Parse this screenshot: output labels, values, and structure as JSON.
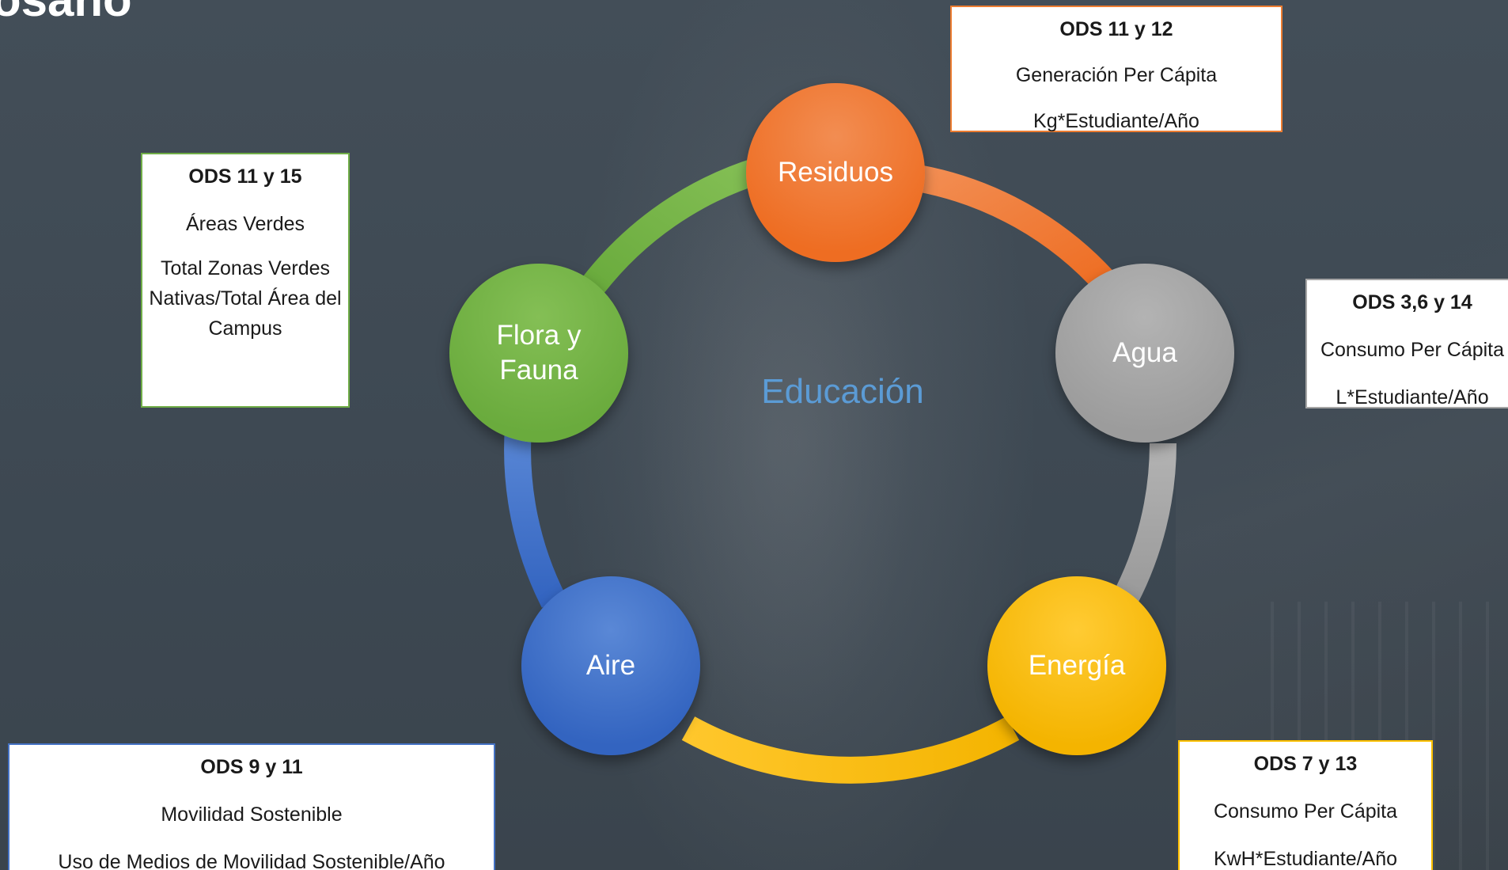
{
  "title_fragment": "osano",
  "center_label": "Educación",
  "nodes": [
    {
      "label": "Residuos"
    },
    {
      "label": "Agua"
    },
    {
      "label": "Energía"
    },
    {
      "label": "Aire"
    },
    {
      "label": "Flora y Fauna"
    }
  ],
  "cards": {
    "residuos": {
      "ods": "ODS 11 y 12",
      "lines": [
        "Generación Per Cápita",
        "Kg*Estudiante/Año"
      ]
    },
    "flora": {
      "ods": "ODS 11 y 15",
      "lines": [
        "Áreas Verdes",
        "Total Zonas Verdes Nativas/Total Área del Campus"
      ]
    },
    "agua": {
      "ods": "ODS 3,6 y 14",
      "lines": [
        "Consumo Per Cápita",
        "L*Estudiante/Año"
      ]
    },
    "energia": {
      "ods": "ODS 7 y 13",
      "lines": [
        "Consumo Per Cápita",
        "KwH*Estudiante/Año"
      ]
    },
    "aire": {
      "ods": "ODS 9 y 11",
      "lines": [
        "Movilidad Sostenible",
        "Uso de Medios de Movilidad Sostenible/Año"
      ]
    }
  },
  "colors": {
    "residuos": "#ed7d31",
    "agua": "#a5a5a5",
    "energia": "#ffc000",
    "aire": "#4472c4",
    "flora": "#70ad47",
    "center_text": "#5b9bd5"
  }
}
